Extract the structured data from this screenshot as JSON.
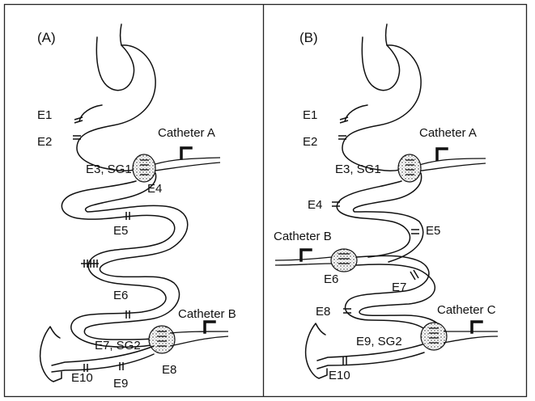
{
  "panel_a": {
    "label": "(A)",
    "e1": "E1",
    "e2": "E2",
    "e3": "E3, SG1",
    "e4": "E4",
    "e5": "E5",
    "e6": "E6",
    "e7": "E7, SG2",
    "e8": "E8",
    "e9": "E9",
    "e10": "E10",
    "catheter_a": "Catheter A",
    "catheter_b": "Catheter B"
  },
  "panel_b": {
    "label": "(B)",
    "e1": "E1",
    "e2": "E2",
    "e3": "E3, SG1",
    "e4": "E4",
    "e5": "E5",
    "e6": "E6",
    "e7": "E7",
    "e8": "E8",
    "e9": "E9, SG2",
    "e10": "E10",
    "catheter_a": "Catheter A",
    "catheter_b": "Catheter B",
    "catheter_c": "Catheter C"
  }
}
